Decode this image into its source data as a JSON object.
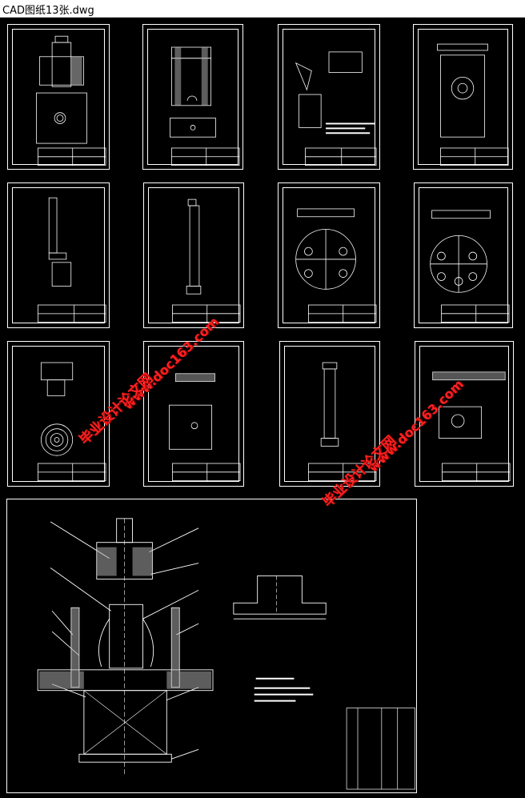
{
  "window": {
    "title": "CAD图纸13张.dwg"
  },
  "watermark": {
    "cn": "毕业设计论文网",
    "url": "www.doc163.com",
    "color": "#ff2020"
  },
  "drawing": {
    "background": "#000000",
    "line_color": "#ffffff",
    "sheet_count": 13
  }
}
